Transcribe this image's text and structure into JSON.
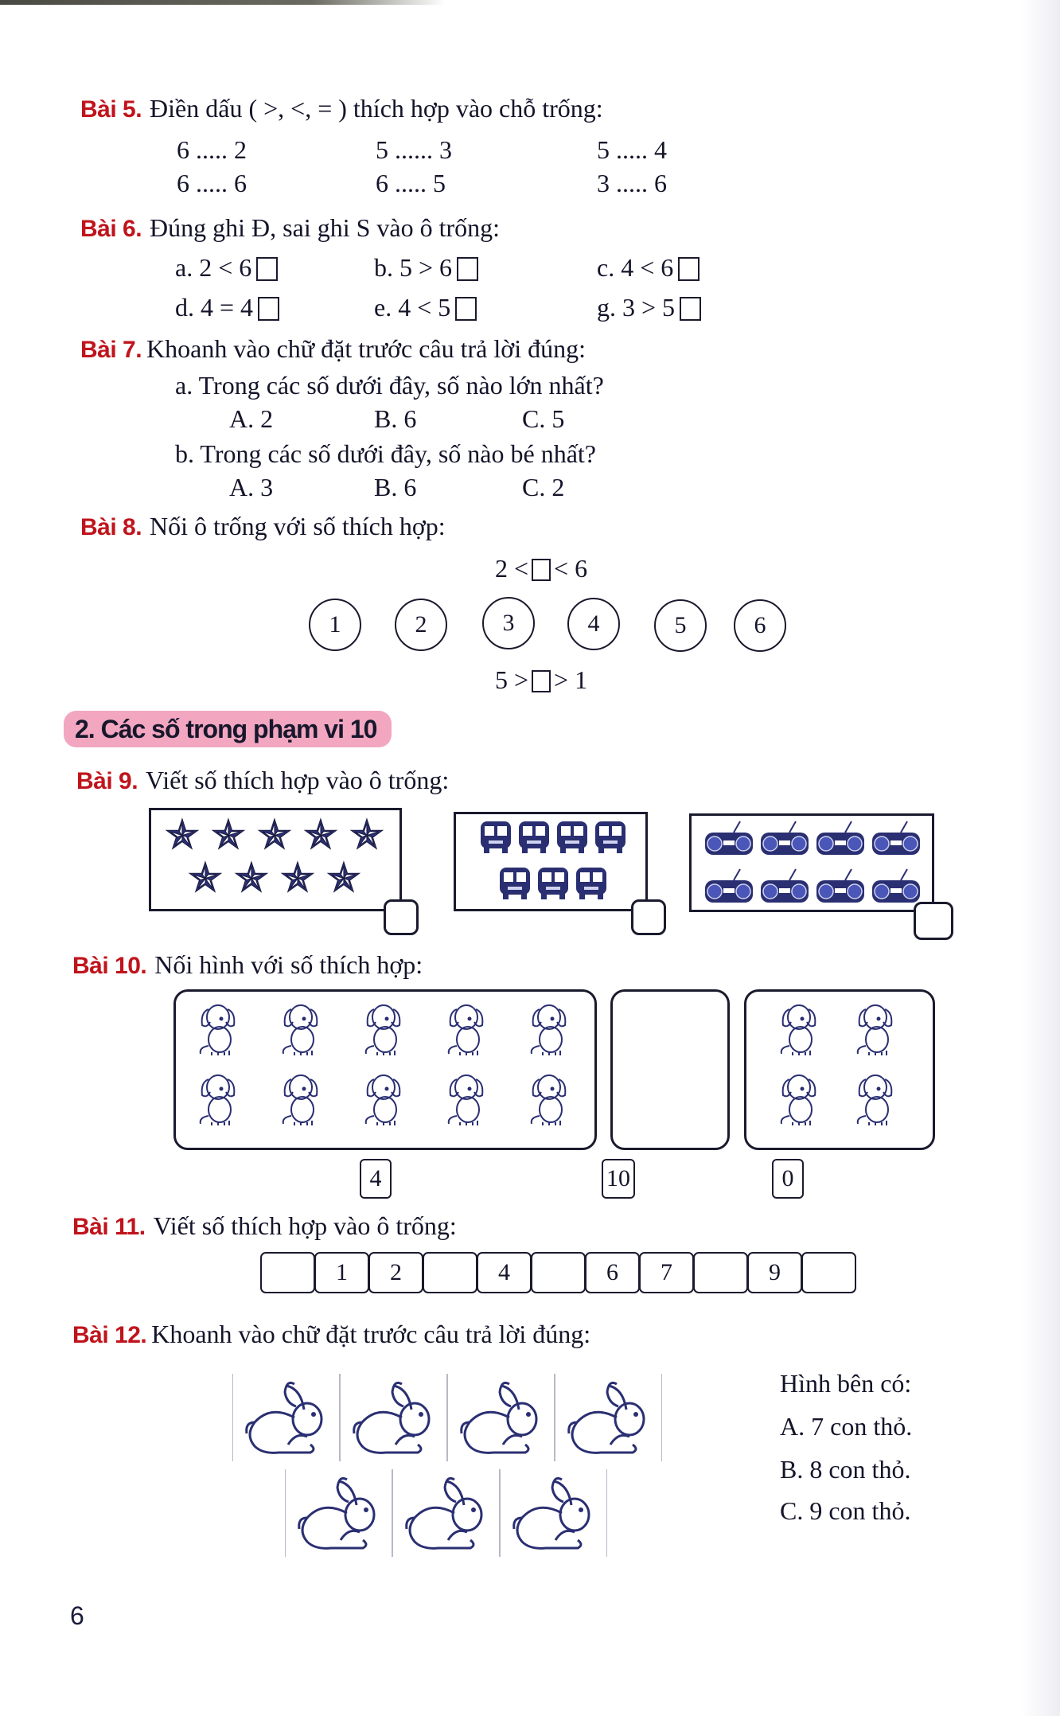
{
  "page": {
    "number": "6",
    "accent_color": "#c0141c",
    "section_pill_color": "#f2a6c0",
    "ink_color": "#14142a",
    "illustration_color": "#2a2f72"
  },
  "bai5": {
    "label": "Bài 5.",
    "prompt": "Điền dấu ( >, <, = ) thích hợp vào chỗ trống:",
    "items": [
      "6 ..... 2",
      "5 ...... 3",
      "5 ..... 4",
      "6 ..... 6",
      "6 ..... 5",
      "3 ..... 6"
    ]
  },
  "bai6": {
    "label": "Bài 6.",
    "prompt": "Đúng ghi Đ, sai ghi S vào ô trống:",
    "items": [
      "a. 2 < 6",
      "b. 5 > 6",
      "c. 4 < 6",
      "d. 4 = 4",
      "e. 4 < 5",
      "g. 3 > 5"
    ]
  },
  "bai7": {
    "label": "Bài 7.",
    "prompt": "Khoanh vào chữ đặt trước câu trả lời đúng:",
    "part_a": {
      "question": "a. Trong các số dưới đây, số nào lớn nhất?",
      "options": [
        "A. 2",
        "B. 6",
        "C. 5"
      ]
    },
    "part_b": {
      "question": "b. Trong các số dưới đây, số nào bé nhất?",
      "options": [
        "A. 3",
        "B. 6",
        "C. 2"
      ]
    }
  },
  "bai8": {
    "label": "Bài 8.",
    "prompt": "Nối ô trống với số thích hợp:",
    "top_left": "2 <",
    "top_right": "< 6",
    "bottom_left": "5 >",
    "bottom_right": "> 1",
    "circles": [
      "1",
      "2",
      "3",
      "4",
      "5",
      "6"
    ]
  },
  "section2": {
    "title": "2. Các số trong phạm vi 10"
  },
  "bai9": {
    "label": "Bài 9.",
    "prompt": "Viết số thích hợp vào ô trống:",
    "groups": [
      {
        "icon": "star-icon",
        "count": 9,
        "rows": [
          5,
          4
        ],
        "glyph": "✯"
      },
      {
        "icon": "bus-icon",
        "count": 7,
        "rows": [
          4,
          3
        ]
      },
      {
        "icon": "radio-icon",
        "count": 8,
        "rows": [
          4,
          4
        ]
      }
    ]
  },
  "bai10": {
    "label": "Bài 10.",
    "prompt": "Nối hình với số thích hợp:",
    "groups": [
      {
        "icon": "dog-icon",
        "count": 10
      },
      {
        "icon": "dog-icon",
        "count": 0
      },
      {
        "icon": "dog-icon",
        "count": 4
      }
    ],
    "numbers": [
      "4",
      "10",
      "0"
    ]
  },
  "bai11": {
    "label": "Bài 11.",
    "prompt": "Viết số thích hợp vào ô trống:",
    "cells": [
      "",
      "1",
      "2",
      "",
      "4",
      "",
      "6",
      "7",
      "",
      "9",
      ""
    ]
  },
  "bai12": {
    "label": "Bài 12.",
    "prompt": "Khoanh vào chữ đặt trước câu trả lời đúng:",
    "rabbit_rows": [
      4,
      3
    ],
    "question": "Hình bên có:",
    "options": [
      "A. 7 con thỏ.",
      "B. 8 con thỏ.",
      "C. 9 con thỏ."
    ]
  }
}
